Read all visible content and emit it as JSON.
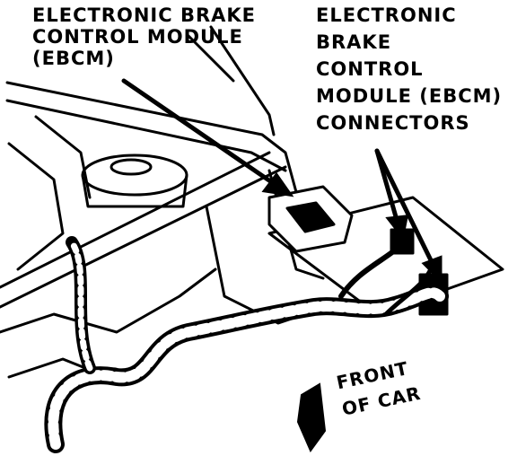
{
  "labels": {
    "ebcm": [
      "ELECTRONIC BRAKE",
      "CONTROL MODULE",
      "(EBCM)"
    ],
    "connectors": [
      "ELECTRONIC",
      "BRAKE",
      "CONTROL",
      "MODULE (EBCM)",
      "CONNECTORS"
    ],
    "front": [
      "FRONT",
      "OF CAR"
    ]
  },
  "colors": {
    "ink": "#000000",
    "paper": "#ffffff"
  },
  "icons": {
    "direction": "front-arrow-icon"
  }
}
